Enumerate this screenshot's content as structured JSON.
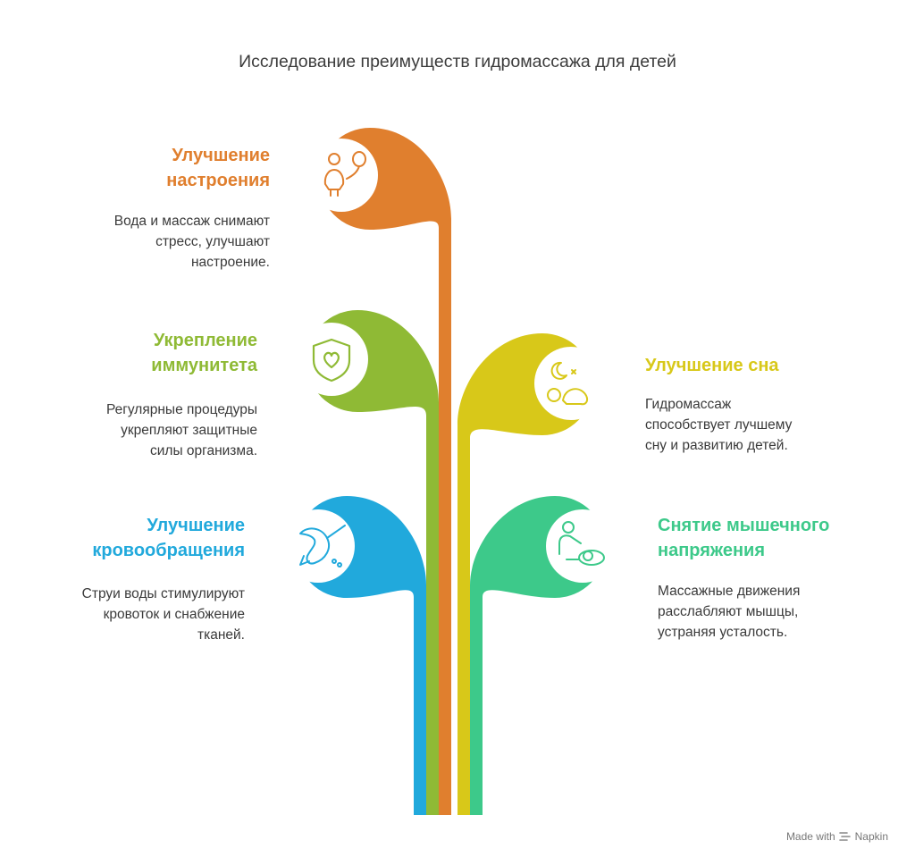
{
  "title": "Исследование преимуществ гидромассажа для детей",
  "items": [
    {
      "id": "mood",
      "heading": "Улучшение\nнастроения",
      "desc": "Вода и массаж снимают\nстресс, улучшают\nнастроение.",
      "color": "#e07f2e",
      "icon": "child-balloon-icon"
    },
    {
      "id": "immune",
      "heading": "Укрепление\nиммунитета",
      "desc": "Регулярные процедуры\nукрепляют защитные\nсилы организма.",
      "color": "#8fba35",
      "icon": "shield-heart-icon"
    },
    {
      "id": "sleep",
      "heading": "Улучшение сна",
      "desc": "Гидромассаж\nспособствует лучшему\nсну и развитию детей.",
      "color": "#d8c819",
      "icon": "sleeping-child-icon"
    },
    {
      "id": "blood",
      "heading": "Улучшение\nкровообращения",
      "desc": "Струи воды стимулируют\nкровоток и снабжение\nтканей.",
      "color": "#21a9dc",
      "icon": "jumping-fish-icon"
    },
    {
      "id": "muscle",
      "heading": "Снятие мышечного\nнапряжения",
      "desc": "Массажные движения\nрасслабляют мышцы,\nустраняя усталость.",
      "color": "#3dc98a",
      "icon": "massage-person-icon"
    }
  ],
  "credit": {
    "prefix": "Made with",
    "brand": "Napkin"
  }
}
